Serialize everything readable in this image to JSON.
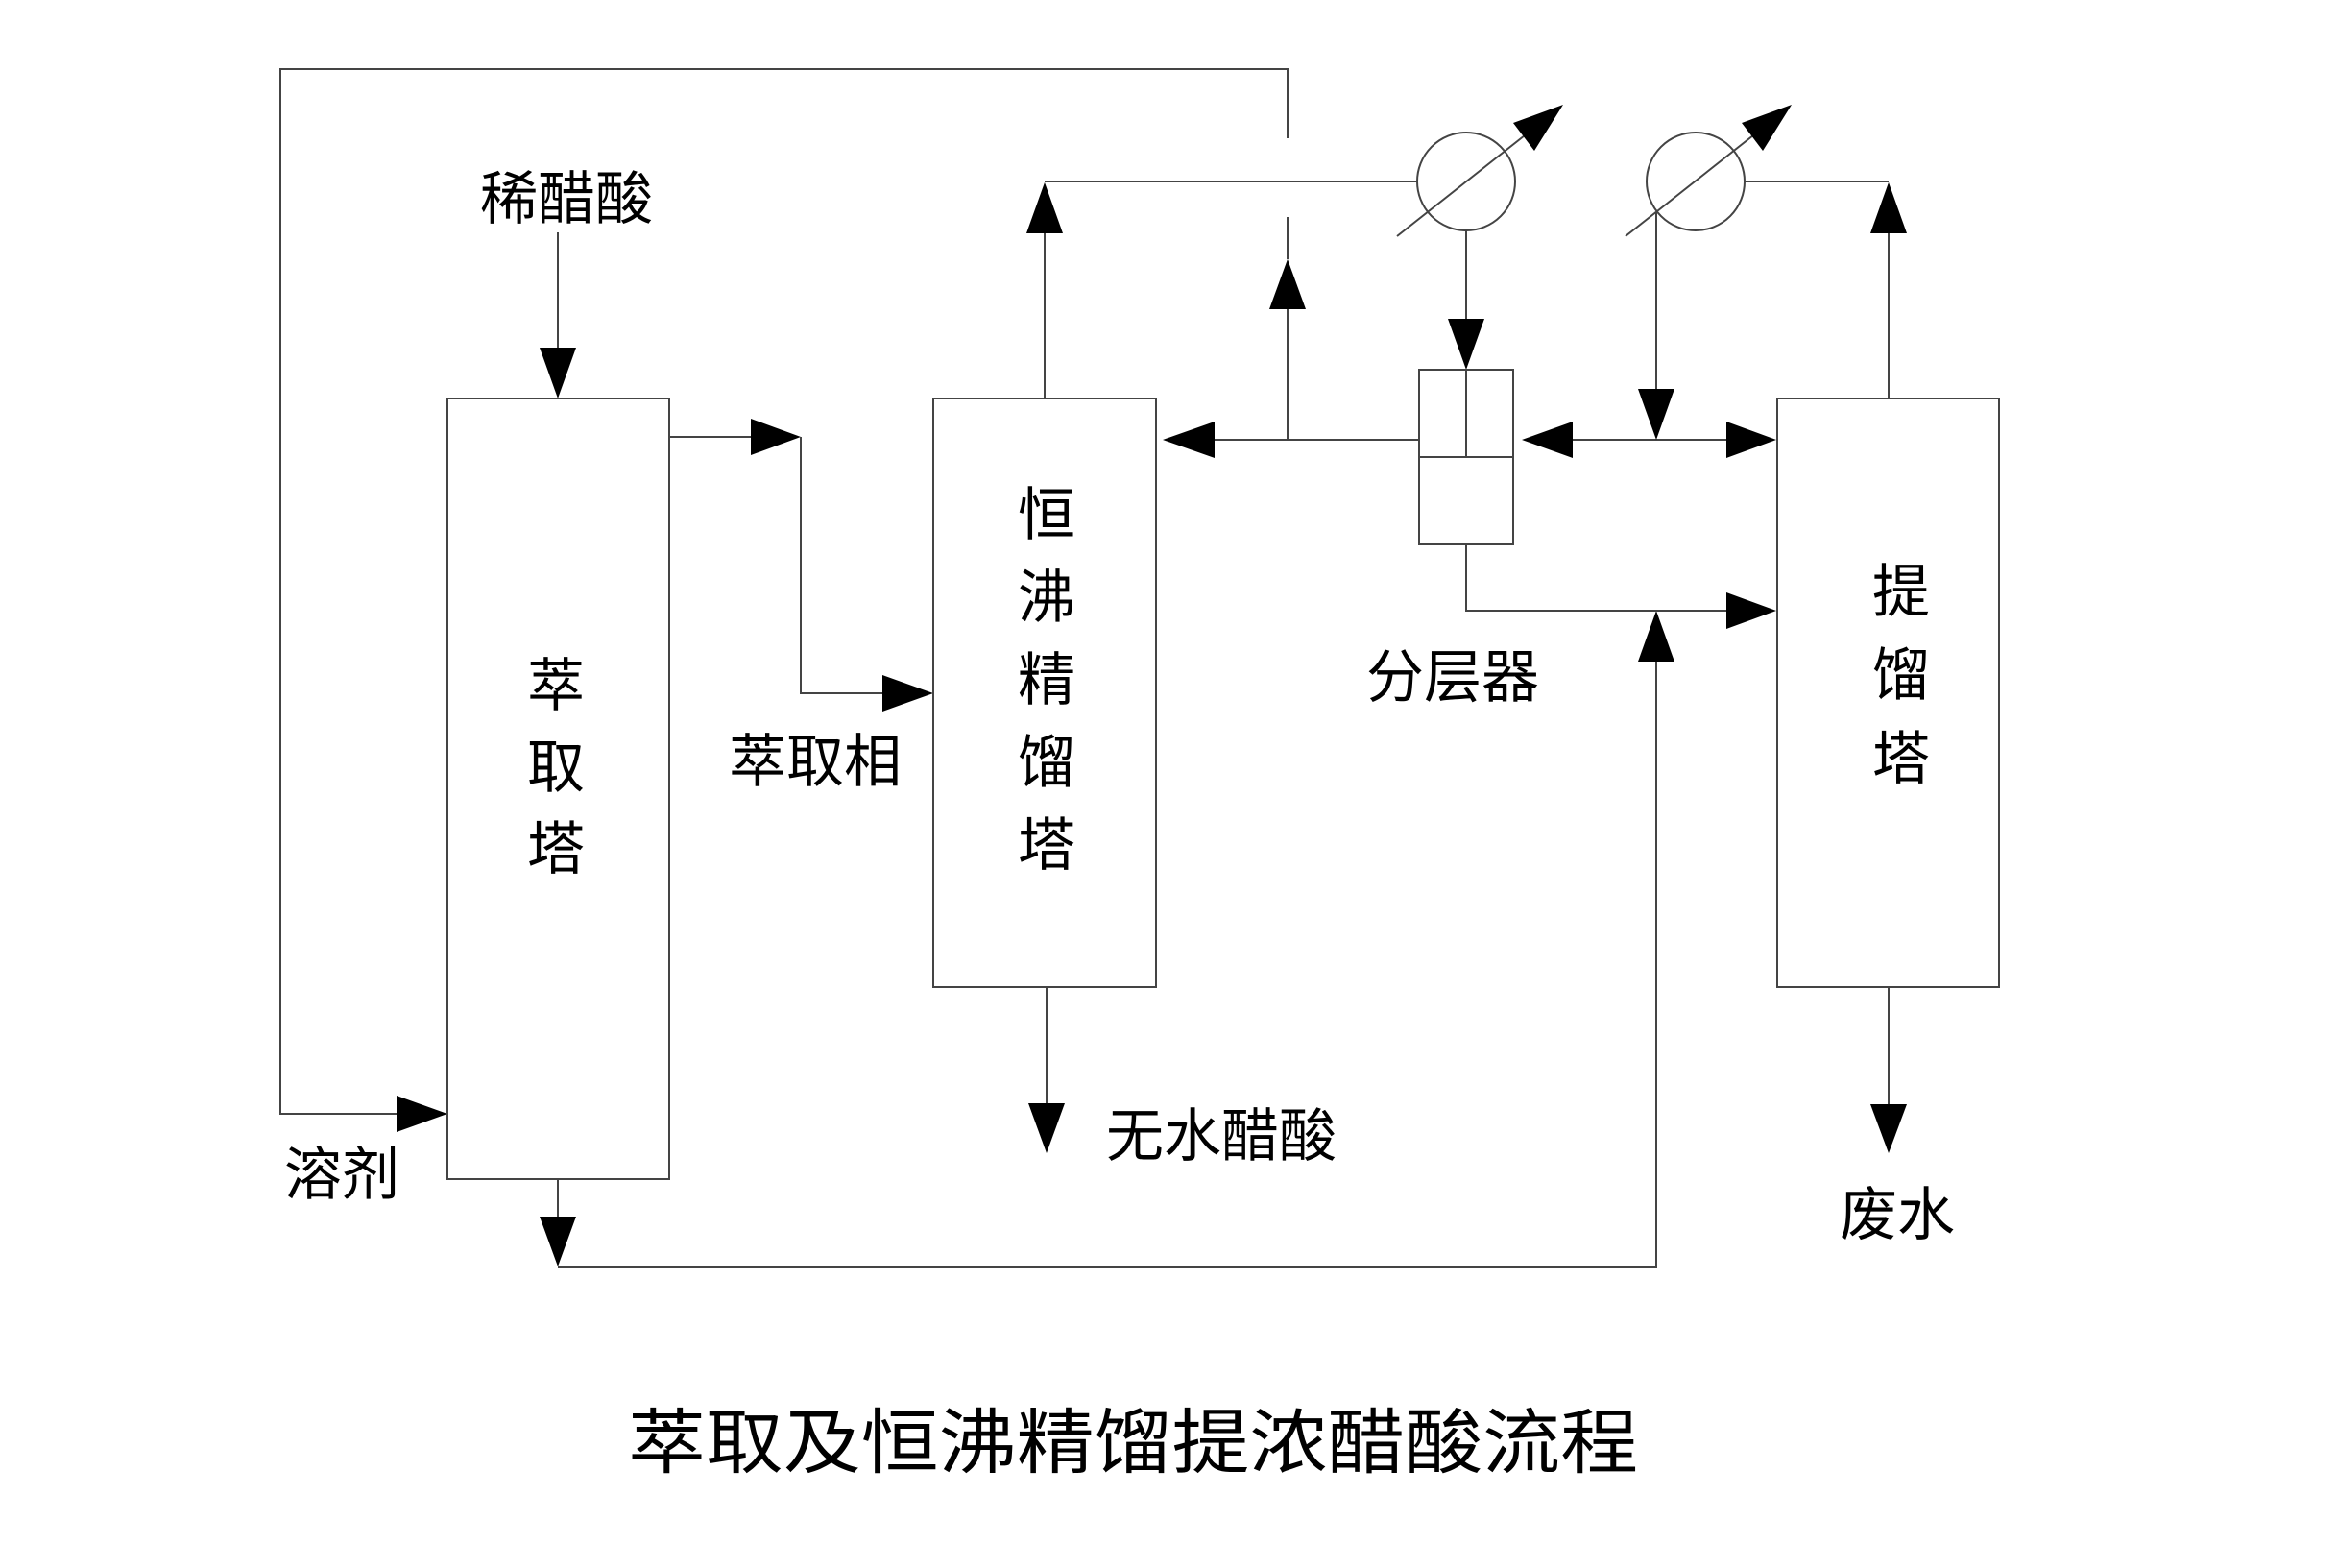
{
  "title": "萃取及恒沸精馏提浓醋酸流程",
  "units": {
    "extraction_tower": {
      "label": "萃取塔"
    },
    "azeotropic_column": {
      "label": "恒沸精馏塔"
    },
    "decanter": {
      "label": "分层器"
    },
    "stripping_column": {
      "label": "提馏塔"
    }
  },
  "streams": {
    "dilute_acetic_acid": "稀醋酸",
    "solvent": "溶剂",
    "extract_phase": "萃取相",
    "anhydrous_acetic_acid": "无水醋酸",
    "waste_water": "废水"
  },
  "equipment_icons": [
    "condenser-1-icon",
    "condenser-2-icon"
  ],
  "colors": {
    "line": "#444444",
    "arrow": "#000000",
    "text": "#000000",
    "background": "#ffffff"
  }
}
